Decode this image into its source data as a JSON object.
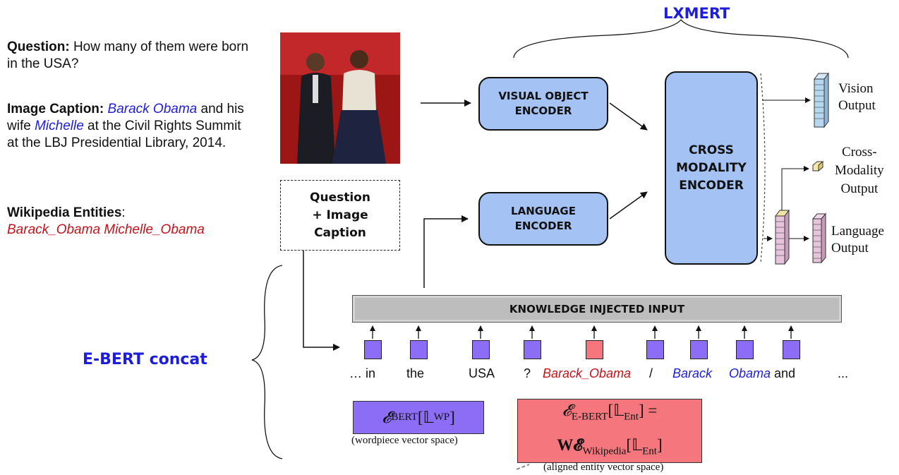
{
  "left": {
    "question_label": "Question:",
    "question_text": " How many of them were born in the USA?",
    "caption_label": "Image Caption:",
    "caption_entity1": "Barack Obama",
    "caption_mid": " and his wife ",
    "caption_entity2": "Michelle",
    "caption_rest": " at the Civil Rights Summit at the LBJ Presidential Library, 2014.",
    "wiki_label": "Wikipedia Entities",
    "wiki_colon": ":",
    "wiki_entities": "Barack_Obama Michelle_Obama"
  },
  "labels": {
    "lxmert": "LXMERT",
    "ebert": "E-BERT concat"
  },
  "boxes": {
    "visual_encoder": [
      "VISUAL OBJECT",
      "ENCODER"
    ],
    "language_encoder": [
      "LANGUAGE",
      "ENCODER"
    ],
    "cross_modality": [
      "CROSS",
      "MODALITY",
      "ENCODER"
    ],
    "question_caption": [
      "Question",
      "+ Image",
      "Caption"
    ],
    "knowledge_input": "KNOWLEDGE INJECTED INPUT"
  },
  "outputs": {
    "vision": [
      "Vision",
      "Output"
    ],
    "cross": [
      "Cross-",
      "Modality",
      "Output"
    ],
    "language": [
      "Language",
      "Output"
    ]
  },
  "tokens": [
    "… in",
    "the",
    "USA",
    "?",
    "Barack_Obama",
    "/",
    "Barack",
    "Obama",
    "and",
    "..."
  ],
  "formulas": {
    "bert_space": "𝓔",
    "bert_sub": "BERT",
    "bert_arg": "[𝕃",
    "bert_arg_sub": "WP",
    "bert_close": "]",
    "bert_caption": "wordpiece vector space",
    "ebert_e": "𝓔",
    "ebert_sub": "E-BERT",
    "ebert_arg": "[𝕃",
    "ebert_arg_sub": "Ent",
    "ebert_eq": "] =",
    "ebert_w": "W𝓔",
    "ebert_wsub": "Wikipedia",
    "ebert_arg2": "[𝕃",
    "ebert_arg2_sub": "Ent",
    "ebert_close": "]",
    "ebert_caption": "(aligned entity vector space)"
  },
  "colors": {
    "encoder_fill": "#a4c2f4",
    "lxmert_blue": "#1d1ddb",
    "entity_red": "#c4121b",
    "token_purple": "#8b6ef5",
    "token_red": "#f5777d",
    "bert_box": "#8b6ef5",
    "ebert_box": "#f5777d",
    "knowledge_bar": "#bdbdbd"
  }
}
